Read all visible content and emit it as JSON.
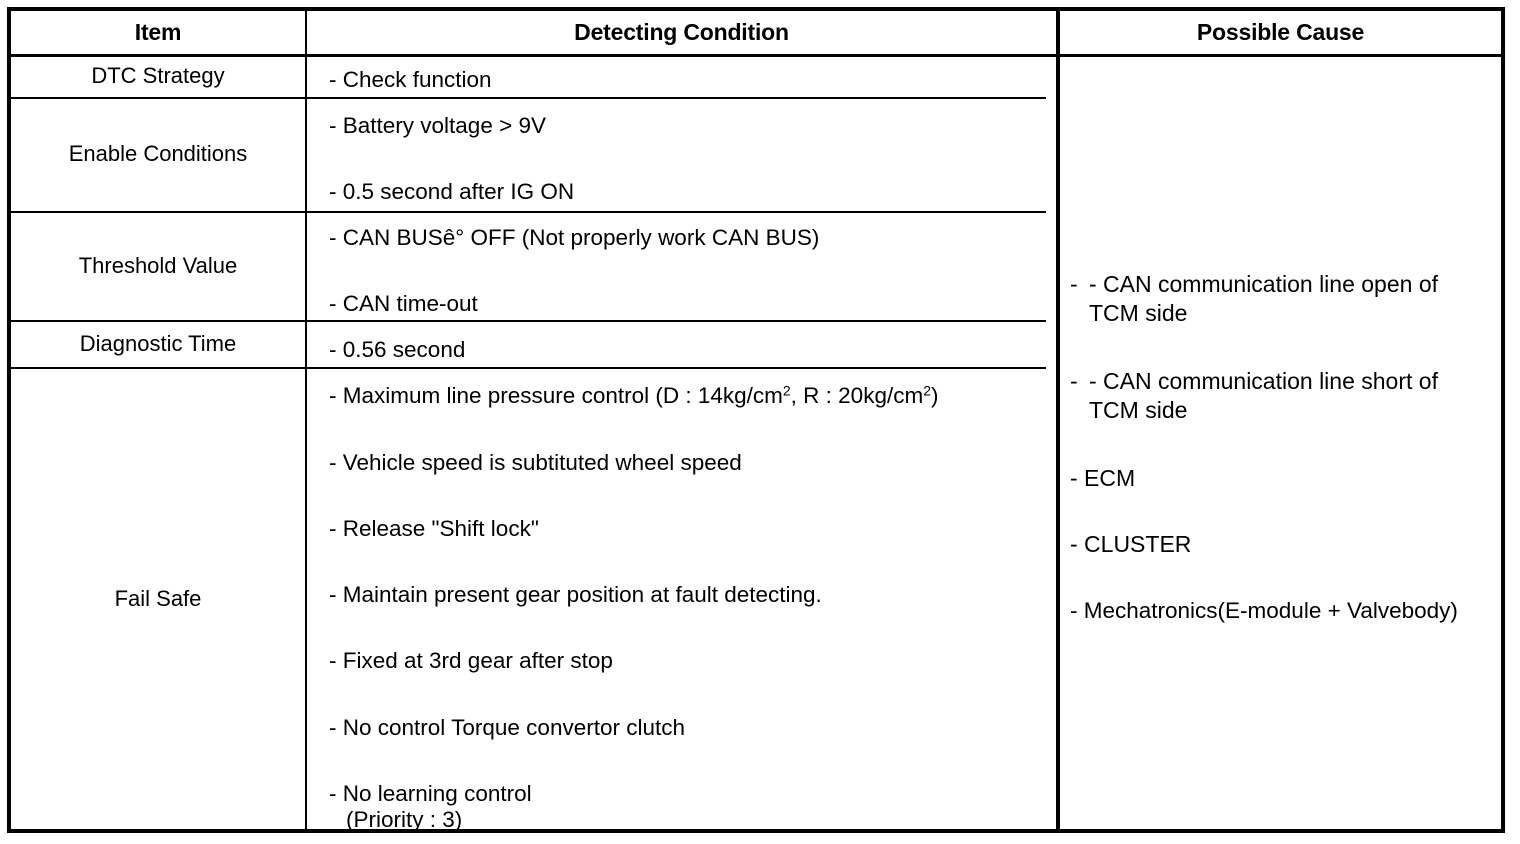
{
  "table": {
    "headers": {
      "item": "Item",
      "detecting_condition": "Detecting Condition",
      "possible_cause": "Possible Cause"
    },
    "rows": [
      {
        "item": "DTC Strategy",
        "conditions": [
          "- Check function"
        ]
      },
      {
        "item": "Enable Conditions",
        "conditions": [
          "- Battery voltage > 9V",
          "- 0.5 second after IG ON"
        ]
      },
      {
        "item": "Threshold Value",
        "conditions": [
          "- CAN BUSê° OFF (Not properly work CAN BUS)",
          "- CAN time-out"
        ]
      },
      {
        "item": "Diagnostic Time",
        "conditions": [
          "- 0.56 second"
        ]
      },
      {
        "item": "Fail Safe",
        "conditions": [
          "- Maximum line pressure control (D : 14kg/cm², R : 20kg/cm²)",
          "- Vehicle speed is subtituted wheel speed",
          "- Release \"Shift lock\"",
          "- Maintain present gear position at fault detecting.",
          "- Fixed at 3rd gear after stop",
          "- No control Torque convertor clutch",
          "- No learning control",
          "  (Priority : 3)"
        ]
      }
    ],
    "possible_causes": [
      "- CAN communication line open of TCM side",
      "- CAN communication line short of TCM side",
      "- ECM",
      "- CLUSTER",
      "- Mechatronics(E-module + Valvebody)"
    ],
    "fail_safe_bullets": {
      "b1_pre": "- Maximum line pressure control (D : 14kg/cm",
      "b1_mid": ", R : 20kg/cm",
      "b1_post": ")",
      "sup": "2",
      "b2": "- Vehicle speed is subtituted wheel speed",
      "b3": "- Release \"Shift lock\"",
      "b4": "- Maintain present gear position at fault detecting.",
      "b5": "- Fixed at 3rd gear after stop",
      "b6": "- No control Torque convertor clutch",
      "b7": "- No learning control",
      "b7b": "(Priority : 3)"
    },
    "simple_conditions": {
      "dtc_strategy": "- Check function",
      "enable_1": "- Battery voltage > 9V",
      "enable_2": "- 0.5 second after IG ON",
      "threshold_1": "- CAN BUSê° OFF (Not properly work CAN BUS)",
      "threshold_2": "- CAN time-out",
      "diag_time": "- 0.56 second"
    },
    "cause_lines": {
      "c1a": "- CAN communication line open of",
      "c1b": "TCM side",
      "c2a": "- CAN communication line short of",
      "c2b": "TCM side",
      "c3": "- ECM",
      "c4": "- CLUSTER",
      "c5": "- Mechatronics(E-module + Valvebody)"
    },
    "colors": {
      "border": "#000000",
      "background": "#ffffff",
      "text": "#000000"
    }
  }
}
